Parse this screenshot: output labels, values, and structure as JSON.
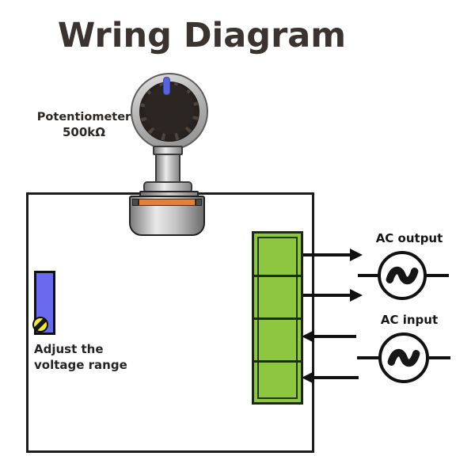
{
  "title": "Wring Diagram",
  "potentiometer": {
    "label": "Potentiometer",
    "value": "500kΩ",
    "indicator_color": "#5a63d8",
    "stripe_color": "#e08140"
  },
  "trimmer": {
    "label_line1": "Adjust the",
    "label_line2": "voltage range",
    "body_color": "#6a6aef",
    "screw_color": "#f2ea3a"
  },
  "board": {
    "background": "#ffffff",
    "outline_color": "#1c1c1c"
  },
  "terminal_block": {
    "color": "#8dc63f",
    "terminal_count": 4,
    "terminals": [
      {
        "index": 1,
        "direction": "out",
        "connects_to": "AC output"
      },
      {
        "index": 2,
        "direction": "out",
        "connects_to": "AC output"
      },
      {
        "index": 3,
        "direction": "in",
        "connects_to": "AC input"
      },
      {
        "index": 4,
        "direction": "in",
        "connects_to": "AC input"
      }
    ]
  },
  "ac_output": {
    "label": "AC output"
  },
  "ac_input": {
    "label": "AC input"
  },
  "icons": {
    "terminal_screw": "plus-screw-icon",
    "ac_source": "sine-wave-icon"
  }
}
